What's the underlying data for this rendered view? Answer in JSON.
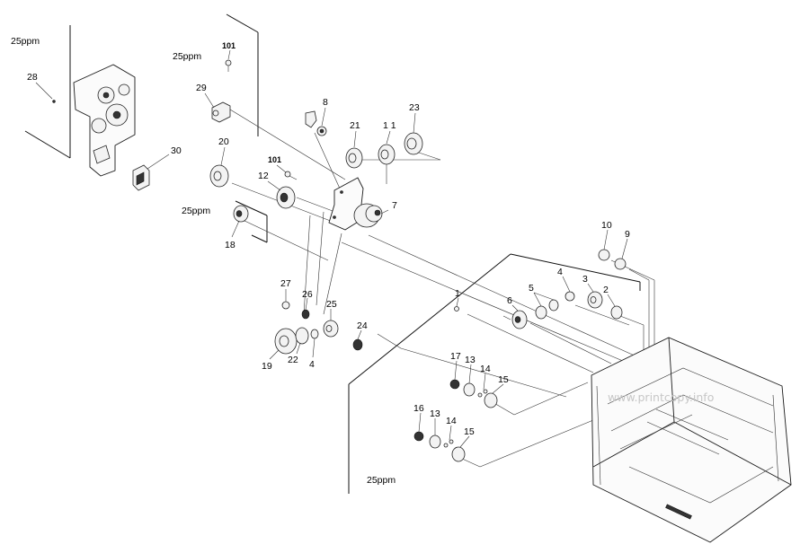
{
  "diagram": {
    "watermark": "www.printcopy.info",
    "ppm_labels": [
      "25ppm",
      "25ppm",
      "25ppm",
      "25ppm"
    ],
    "callouts": {
      "p1": "1",
      "p2": "2",
      "p3": "3",
      "p4a": "4",
      "p4b": "4",
      "p5": "5",
      "p6": "6",
      "p7": "7",
      "p8": "8",
      "p9": "9",
      "p10": "10",
      "p11": "1 1",
      "p12": "12",
      "p13a": "13",
      "p13b": "13",
      "p14a": "14",
      "p14b": "14",
      "p15a": "15",
      "p15b": "15",
      "p16": "16",
      "p17": "17",
      "p18": "18",
      "p19": "19",
      "p20": "20",
      "p21": "21",
      "p22": "22",
      "p23": "23",
      "p24": "24",
      "p25": "25",
      "p26": "26",
      "p27": "27",
      "p28": "28",
      "p29": "29",
      "p30": "30",
      "p101a": "101",
      "p101b": "101"
    }
  }
}
